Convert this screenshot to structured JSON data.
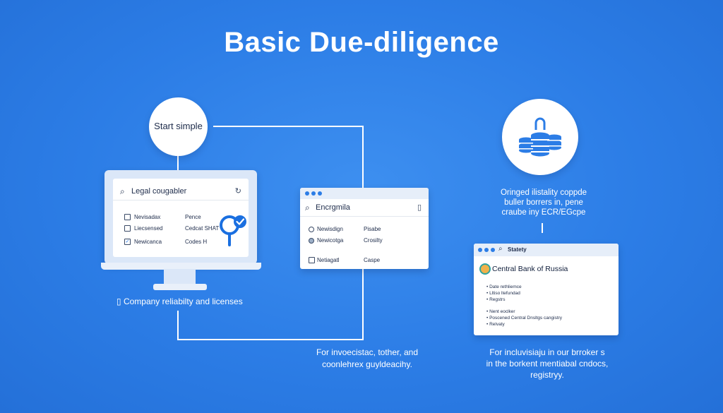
{
  "title": "Basic Due-diligence",
  "start_circle": {
    "label": "Start simple"
  },
  "monitor": {
    "search_text": "Legal cougabler",
    "rows": [
      {
        "label": "Nevisadax",
        "value": "Pence",
        "checked": false
      },
      {
        "label": "Liecsensed",
        "value": "Cedcat SHAT",
        "checked": false
      },
      {
        "label": "Newicanca",
        "value": "Codes H",
        "checked": true
      }
    ],
    "caption": "Company reliabilty and licenses"
  },
  "middle_window": {
    "search_text": "Encrgmila",
    "rows": [
      {
        "label": "Newisdign",
        "value": "Pisabe"
      },
      {
        "label": "Newicotga",
        "value": "Crosilty"
      },
      {
        "label": "Netiagatl",
        "value": "Caspe"
      }
    ],
    "caption_line1": "For invoecistac, tother, and",
    "caption_line2": "coonlehrex guyldeacihy."
  },
  "right_block": {
    "text_line1": "Oringed ilistality coppde",
    "text_line2": "buller borrers in, pene",
    "text_line3": "craube iny ECR/EGcpe"
  },
  "right_window": {
    "search_text": "Statety",
    "heading": "Central Bank of Russia",
    "bullets_group1": [
      "Date rethliemce",
      "Lltiso ltefundad",
      "Regstrs"
    ],
    "bullets_group2": [
      "Nent eoclker",
      "Poscened Central Dnsltgs cangistry",
      "Relvaty"
    ],
    "caption_line1": "For incluvisiaju in our brroker s",
    "caption_line2": "in the borkent mentiabal cndocs,",
    "caption_line3": "registryy."
  },
  "colors": {
    "background": "#2c7de6",
    "accent": "#1a6fe0",
    "white": "#ffffff",
    "text_dark": "#1d2b4a"
  }
}
